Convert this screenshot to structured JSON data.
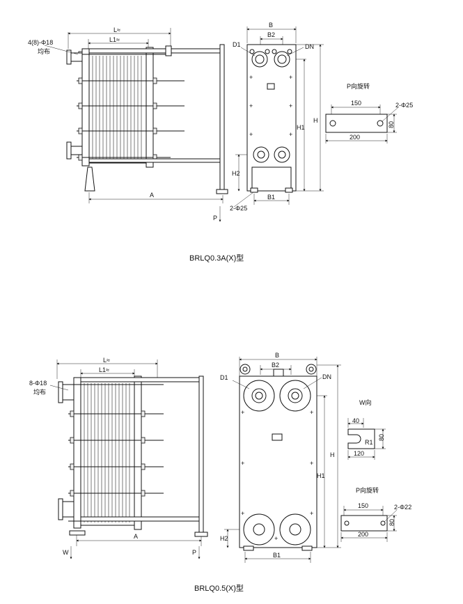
{
  "diagram_1": {
    "caption": "BRLQ0.3A(X)型",
    "front": {
      "L": "L≈",
      "L1": "L1≈",
      "bolts": "4(8)-Φ18",
      "bolts_note": "均布",
      "A": "A",
      "P": "P"
    },
    "side": {
      "B": "B",
      "B2": "B2",
      "D1": "D1",
      "DN": "DN",
      "H": "H",
      "H1": "H1",
      "H2": "H2",
      "B1": "B1",
      "holes": "2-Φ25"
    },
    "detail": {
      "title": "P向旋转",
      "w150": "150",
      "w200": "200",
      "h80": "80",
      "holes": "2-Φ25"
    }
  },
  "diagram_2": {
    "caption": "BRLQ0.5(X)型",
    "front": {
      "L": "L≈",
      "L1": "L1≈",
      "bolts": "8-Φ18",
      "bolts_note": "均布",
      "A": "A",
      "W": "W",
      "P": "P"
    },
    "side": {
      "B": "B",
      "B2": "B2",
      "D1": "D1",
      "DN": "DN",
      "H": "H",
      "H1": "H1",
      "H2": "H2",
      "B1": "B1"
    },
    "detail_w": {
      "title": "W向",
      "w40": "40",
      "r1": "R1",
      "w120": "120",
      "h80": "80"
    },
    "detail_p": {
      "title": "P向旋转",
      "w150": "150",
      "w200": "200",
      "h80": "80",
      "holes": "2-Φ22"
    }
  }
}
